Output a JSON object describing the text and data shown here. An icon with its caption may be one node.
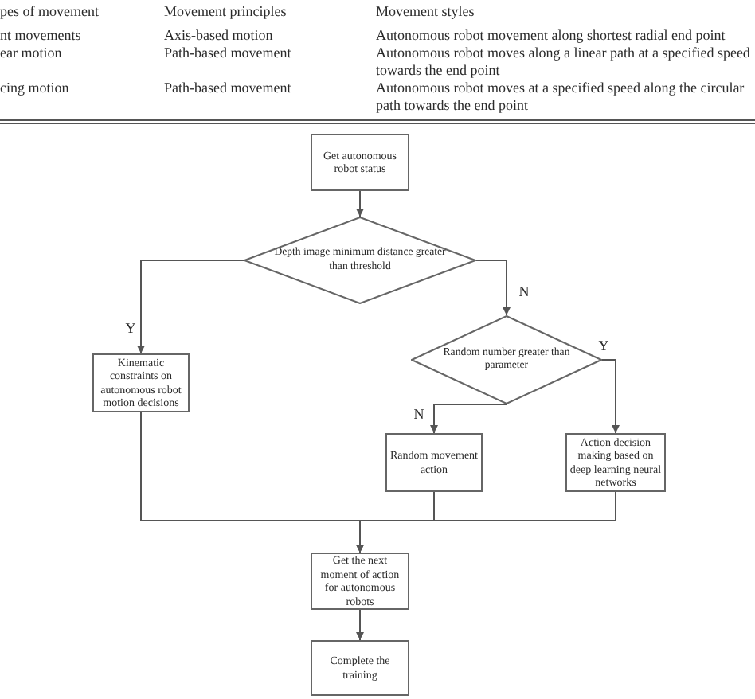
{
  "diagram": {
    "nodes": [
      {
        "text": [
          "Get autonomous robot status"
        ]
      },
      {
        "text": [
          "Depth image minimum distance greater than threshold"
        ]
      },
      {
        "text": [
          "Random number greater than parameter"
        ]
      },
      {
        "text": [
          "Kinematic constraints on autonomous robot motion decisions"
        ]
      },
      {
        "text": [
          "Random movement action"
        ]
      },
      {
        "text": [
          "Action decision making based on deep learning neural networks"
        ]
      },
      {
        "text": [
          "Get the next moment of action for autonomous robots"
        ]
      },
      {
        "text": [
          "Complete the training"
        ]
      }
    ],
    "edges": [
      {
        "from": 0,
        "to": 1,
        "arrow": "to"
      },
      {
        "from": 1,
        "to": 3,
        "arrow": "to",
        "label": "Y"
      },
      {
        "from": 1,
        "to": 2,
        "arrow": "to",
        "label": "N"
      },
      {
        "from": 2,
        "to": 4,
        "arrow": "to",
        "label": "N"
      },
      {
        "from": 2,
        "to": 5,
        "arrow": "to",
        "label": "Y"
      },
      {
        "from": 3,
        "to": 6,
        "arrow": "to"
      },
      {
        "from": 4,
        "to": 6,
        "arrow": "to"
      },
      {
        "from": 5,
        "to": 6,
        "arrow": "to"
      },
      {
        "from": 6,
        "to": 7,
        "arrow": "to"
      }
    ],
    "labels": [
      "pes of movement",
      "Movement principles",
      "Movement styles",
      "nt movements",
      "Axis-based motion",
      "Autonomous robot movement along shortest radial end point",
      "ear motion",
      "Path-based movement",
      "Autonomous robot moves along a linear path at a specified speed towards the end point",
      "cing motion",
      "Path-based movement",
      "Autonomous robot moves at a specified speed along the circular path towards the end point"
    ]
  }
}
